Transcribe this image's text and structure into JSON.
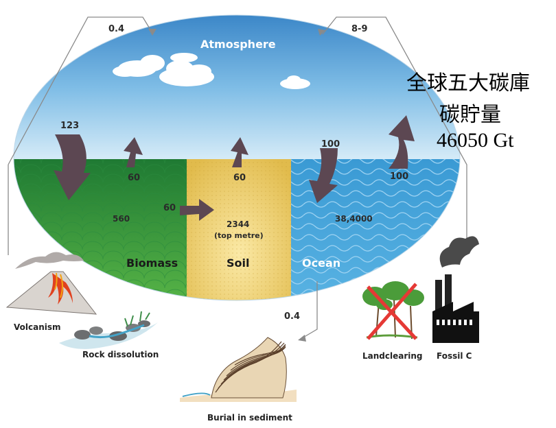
{
  "diagram": {
    "atmosphere_label": "Atmosphere",
    "biomass_label": "Biomass",
    "soil_label": "Soil",
    "ocean_label": "Ocean",
    "volcanism_label": "Volcanism",
    "rock_dissolution_label": "Rock dissolution",
    "burial_label": "Burial in sediment",
    "landclearing_label": "Landclearing",
    "fossil_label": "Fossil C",
    "flows": {
      "volcanism_to_atmosphere": "0.4",
      "fossil_landclearing_to_atmosphere": "8-9",
      "atmosphere_to_biomass": "123",
      "biomass_to_atmosphere": "60",
      "soil_to_atmosphere": "60",
      "biomass_to_soil": "60",
      "atmosphere_to_ocean": "100",
      "ocean_to_atmosphere": "100",
      "ocean_to_sediment": "0.4"
    },
    "stocks": {
      "biomass": "560",
      "soil": "2344",
      "soil_note": "(top metre)",
      "ocean": "38,4000"
    }
  },
  "overlay": {
    "line1": "全球五大碳庫",
    "line2": "碳貯量",
    "line3": "46050 Gt"
  },
  "colors": {
    "sky_top": "#2f7fc4",
    "sky_bottom": "#bfe0f4",
    "biomass_green": "#2f8f3a",
    "soil_yellow": "#e8c65a",
    "ocean_blue": "#3f9fd6",
    "arrow": "#5c4752"
  }
}
